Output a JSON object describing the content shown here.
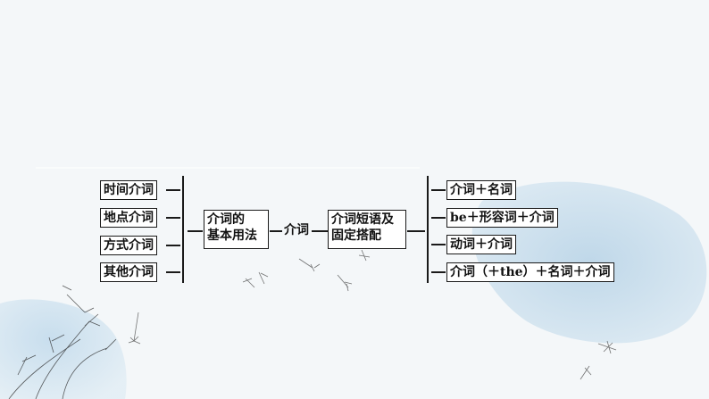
{
  "colors": {
    "background": "#f4f7f9",
    "blob": "#c6dcea",
    "line": "#1a1a1a"
  },
  "left_items": [
    "时间介词",
    "地点介词",
    "方式介词",
    "其他介词"
  ],
  "middle_box": {
    "line1": "介词的",
    "line2": "基本用法"
  },
  "center_label": "介词",
  "phrase_box": {
    "line1": "介词短语及",
    "line2": "固定搭配"
  },
  "right_items": [
    "介词＋名词",
    "be＋形容词＋介词",
    "动词＋介词",
    "介词（＋the）＋名词＋介词"
  ],
  "decorations": [
    "dandelion-seed-icon",
    "dandelion-plant-icon"
  ]
}
